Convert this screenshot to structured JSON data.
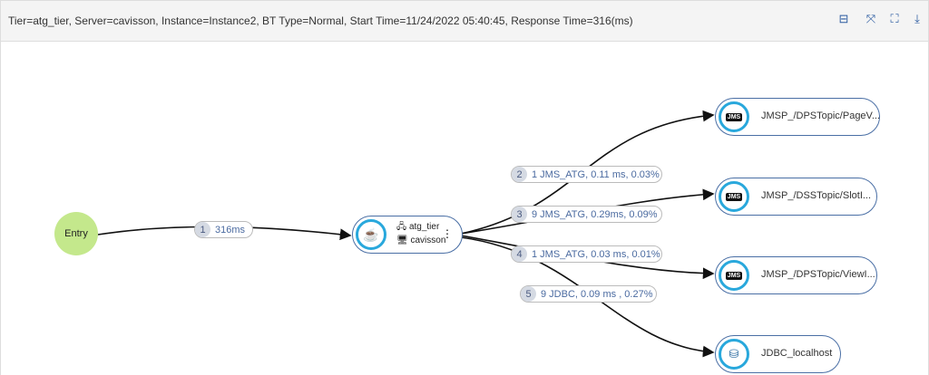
{
  "header": {
    "title": "Tier=atg_tier, Server=cavisson, Instance=Instance2, BT Type=Normal, Start Time=11/24/2022 05:40:45, Response Time=316(ms)"
  },
  "toolbar": [
    {
      "icon": "search-preview-icon",
      "glyph": "⊟"
    },
    {
      "icon": "fit-icon",
      "glyph": "⤧"
    },
    {
      "icon": "fullscreen-icon",
      "glyph": "⛶"
    },
    {
      "icon": "download-icon",
      "glyph": "⤓"
    }
  ],
  "entry": {
    "label": "Entry"
  },
  "java_node": {
    "tier": "atg_tier",
    "server": "cavisson",
    "menu": "⋮"
  },
  "nodes": [
    {
      "label": "JMSP_/DPSTopic/PageV...",
      "icon": "JMS"
    },
    {
      "label": "JMSP_/DSSTopic/SlotI...",
      "icon": "JMS"
    },
    {
      "label": "JMSP_/DPSTopic/ViewI...",
      "icon": "JMS"
    },
    {
      "label": "JDBC_localhost",
      "icon": "database"
    }
  ],
  "edges": [
    {
      "num": "1",
      "text": "316ms"
    },
    {
      "num": "2",
      "text": "1 JMS_ATG, 0.11 ms, 0.03%"
    },
    {
      "num": "3",
      "text": "9 JMS_ATG, 0.29ms, 0.09%"
    },
    {
      "num": "4",
      "text": "1 JMS_ATG, 0.03 ms, 0.01%"
    },
    {
      "num": "5",
      "text": "9 JDBC, 0.09 ms , 0.27%"
    }
  ]
}
